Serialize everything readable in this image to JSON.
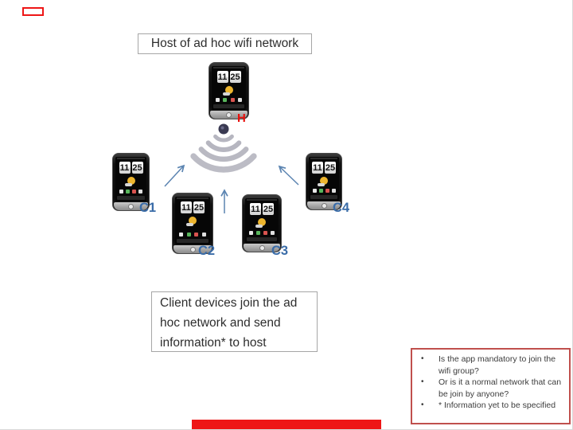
{
  "slide": {
    "title_box": {
      "text": "Host of ad hoc wifi network"
    },
    "client_box": {
      "text": "Client devices join the ad hoc network and send information* to host"
    },
    "notes_box": {
      "bullet_char": "•",
      "bullets": [
        "Is the app mandatory to join the wifi group?",
        "Or is it a normal network that can be join by anyone?",
        "* Information yet to be specified"
      ]
    },
    "host_label": "H",
    "client_labels": [
      "C1",
      "C2",
      "C3",
      "C4"
    ],
    "phone_clock": {
      "hours": "11",
      "minutes": "25"
    },
    "colors": {
      "client_label_blue": "#3a6ca8",
      "host_label_red": "#e8100c",
      "arrow_blue": "#5b84b1",
      "wifi_arc_gray": "#b6b6c0",
      "wifi_dot_navy": "#3a3a52",
      "box_border_gray": "#a6a6a6",
      "notes_border_red": "#c0504d",
      "accent_red": "#ee1616"
    }
  }
}
